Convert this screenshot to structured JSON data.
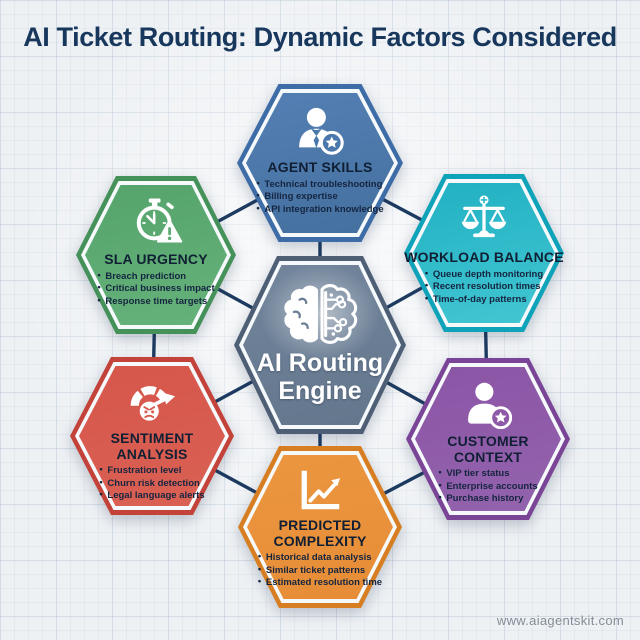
{
  "header": {
    "title": "AI Ticket Routing: Dynamic Factors Considered"
  },
  "center": {
    "id": "ai-routing-engine",
    "title_line1": "AI Routing",
    "title_line2": "Engine",
    "icon": "brain-circuit-icon",
    "fill": "#6b7e94",
    "border": "#4e5f75"
  },
  "nodes": [
    {
      "id": "agent-skills",
      "title": "AGENT SKILLS",
      "icon": "agent-star-icon",
      "fill": "#4a78ad",
      "border": "#3d6ca6",
      "bullets": [
        "Technical troubleshooting",
        "Billing expertise",
        "API integration knowledge"
      ]
    },
    {
      "id": "workload-balance",
      "title": "WORKLOAD BALANCE",
      "icon": "balance-scale-icon",
      "fill": "#2bb8c9",
      "border": "#0ea3b8",
      "bullets": [
        "Queue depth monitoring",
        "Recent resolution times",
        "Time-of-day patterns"
      ]
    },
    {
      "id": "sla-urgency",
      "title": "SLA URGENCY",
      "icon": "stopwatch-alert-icon",
      "fill": "#5aa971",
      "border": "#449259",
      "bullets": [
        "Breach prediction",
        "Critical business impact",
        "Response time targets"
      ]
    },
    {
      "id": "sentiment-analysis",
      "title": "SENTIMENT ANALYSIS",
      "icon": "gauge-angry-face-icon",
      "fill": "#d75a4e",
      "border": "#c3423a",
      "bullets": [
        "Frustration level",
        "Churn risk detection",
        "Legal language alerts"
      ]
    },
    {
      "id": "customer-context",
      "title": "CUSTOMER CONTEXT",
      "icon": "customer-star-icon",
      "fill": "#8e5aa8",
      "border": "#7a4596",
      "bullets": [
        "VIP tier status",
        "Enterprise accounts",
        "Purchase history"
      ]
    },
    {
      "id": "predicted-complexity",
      "title": "PREDICTED COMPLEXITY",
      "icon": "trend-chart-icon",
      "fill": "#e9913c",
      "border": "#d87e22",
      "bullets": [
        "Historical data analysis",
        "Similar ticket patterns",
        "Estimated resolution time"
      ]
    }
  ],
  "footer": {
    "url": "www.aiagentskit.com"
  },
  "colors": {
    "background": "#eef1f4",
    "grid_line": "#b0c0d2",
    "title_text": "#17375c",
    "connector_line": "#1d3b61",
    "hex_text": "#15253f",
    "center_text": "#ffffff"
  }
}
